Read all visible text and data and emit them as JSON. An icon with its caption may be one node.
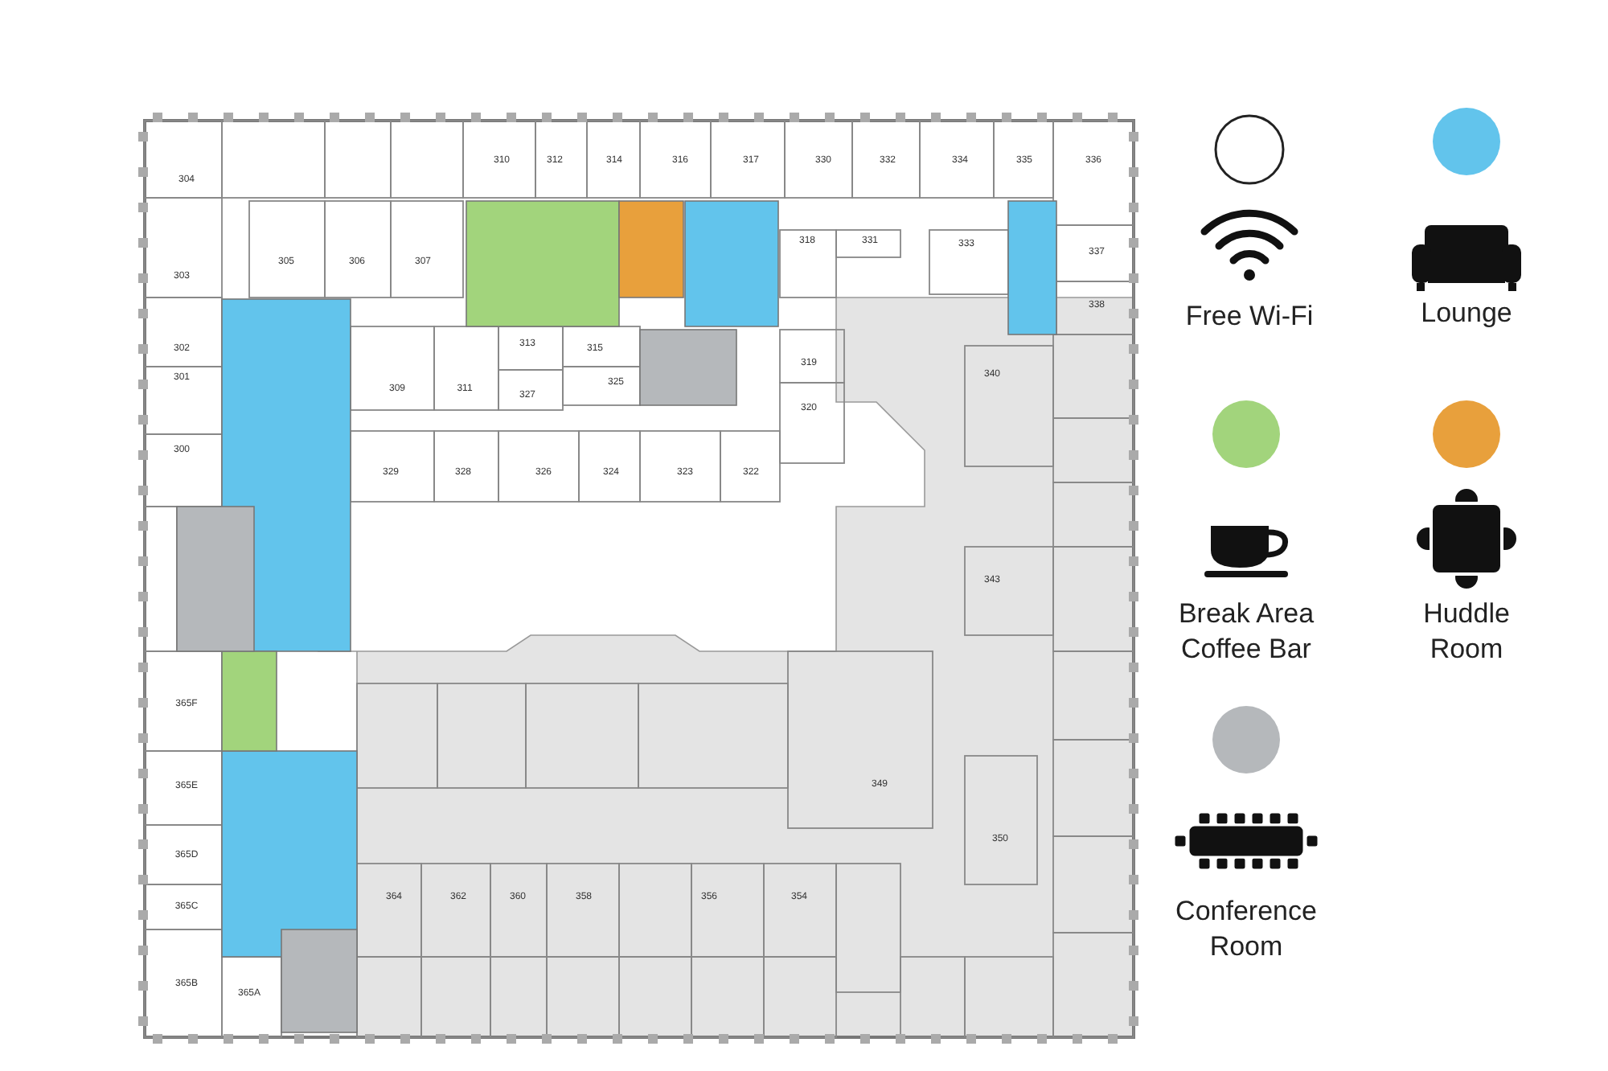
{
  "diagram": {
    "labels": [
      "304",
      "310",
      "312",
      "314",
      "316",
      "317",
      "330",
      "332",
      "334",
      "335",
      "336",
      "303",
      "305",
      "306",
      "307",
      "318",
      "331",
      "333",
      "337",
      "338",
      "302",
      "313",
      "315",
      "319",
      "301",
      "309",
      "311",
      "327",
      "325",
      "340",
      "320",
      "300",
      "329",
      "328",
      "326",
      "324",
      "323",
      "322",
      "343",
      "365F",
      "365E",
      "349",
      "365D",
      "350",
      "365C",
      "364",
      "362",
      "360",
      "358",
      "356",
      "354",
      "365B",
      "365A"
    ],
    "legend": [
      {
        "text": "Free Wi-Fi",
        "color": "#ffffff"
      },
      {
        "text": "Lounge",
        "color": "#62c4ec"
      },
      {
        "text": "Break Area Coffee Bar",
        "color": "#a2d47c"
      },
      {
        "text": "Huddle Room",
        "color": "#e8a03c"
      },
      {
        "text": "Conference Room",
        "color": "#b5b8bb"
      }
    ]
  }
}
